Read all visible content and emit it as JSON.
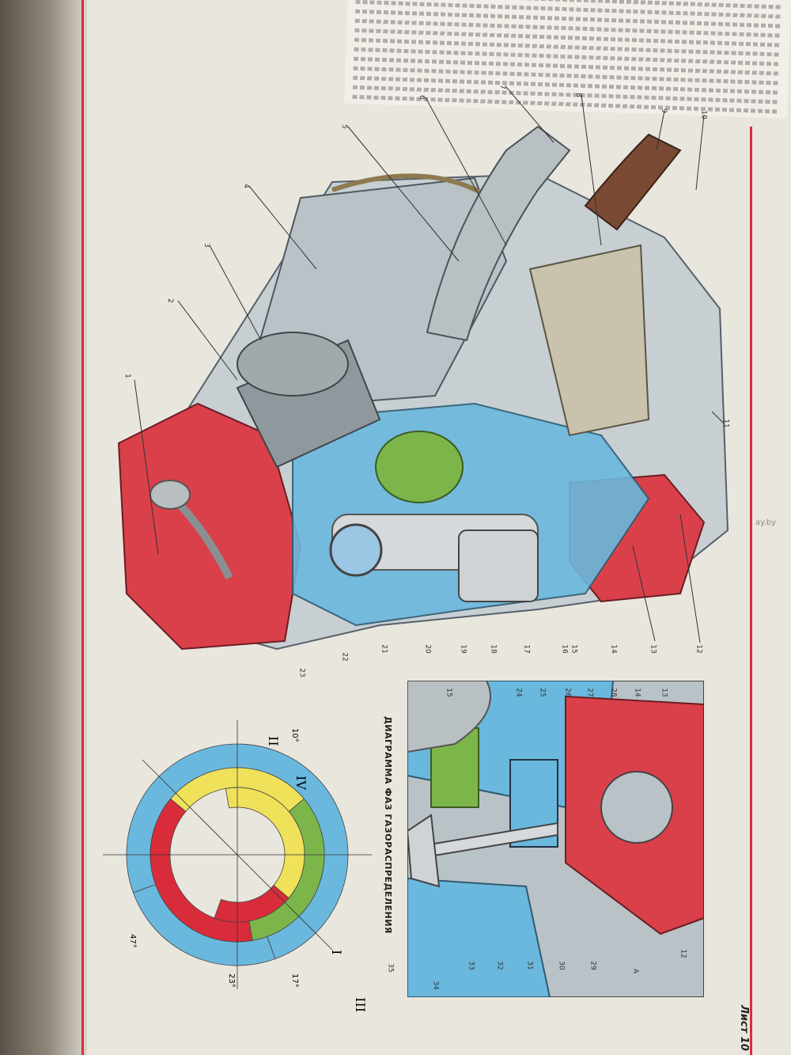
{
  "sheet": {
    "sheet_label": "Лист 10",
    "diagram_title": "ДИАГРАММА ФАЗ ГАЗОРАСПРЕДЕЛЕНИЯ"
  },
  "diagram": {
    "angles": [
      "10°",
      "23°",
      "17°",
      "47°"
    ],
    "phases": [
      "I",
      "II",
      "III",
      "IV"
    ]
  },
  "engine_callouts": [
    "1",
    "2",
    "3",
    "4",
    "5",
    "6",
    "7",
    "8",
    "9",
    "10",
    "11",
    "12",
    "13",
    "14",
    "15",
    "16",
    "17",
    "18",
    "19",
    "20",
    "21",
    "22",
    "23"
  ],
  "valve_callouts": [
    "12",
    "13",
    "14",
    "15",
    "24",
    "25",
    "26",
    "27",
    "28",
    "29",
    "30",
    "31",
    "32",
    "33",
    "34",
    "35",
    "A"
  ],
  "colors": {
    "red": "#d92c3b",
    "blue": "#6ab8dd",
    "green": "#7cb64a",
    "yellow": "#efe25a",
    "accent_line": "#d92c3b"
  },
  "watermark": "ay.by"
}
